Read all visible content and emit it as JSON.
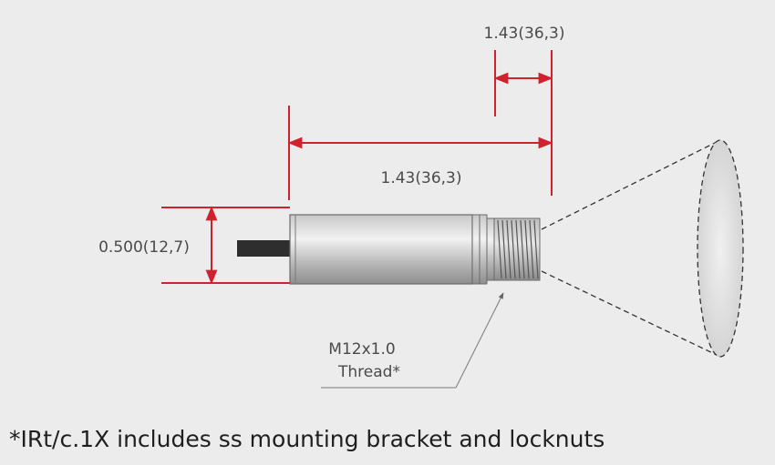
{
  "dimensions": {
    "top_width": "1.43(36,3)",
    "overall_length": "1.43(36,3)",
    "diameter": "0.500(12,7)"
  },
  "callout": {
    "line1": "M12x1.0",
    "line2": "Thread*"
  },
  "footnote": "*IRt/c.1X includes ss mounting bracket and locknuts",
  "colors": {
    "dimension_lines": "#d0222e",
    "background": "#ececec",
    "text": "#4a4a4a"
  }
}
